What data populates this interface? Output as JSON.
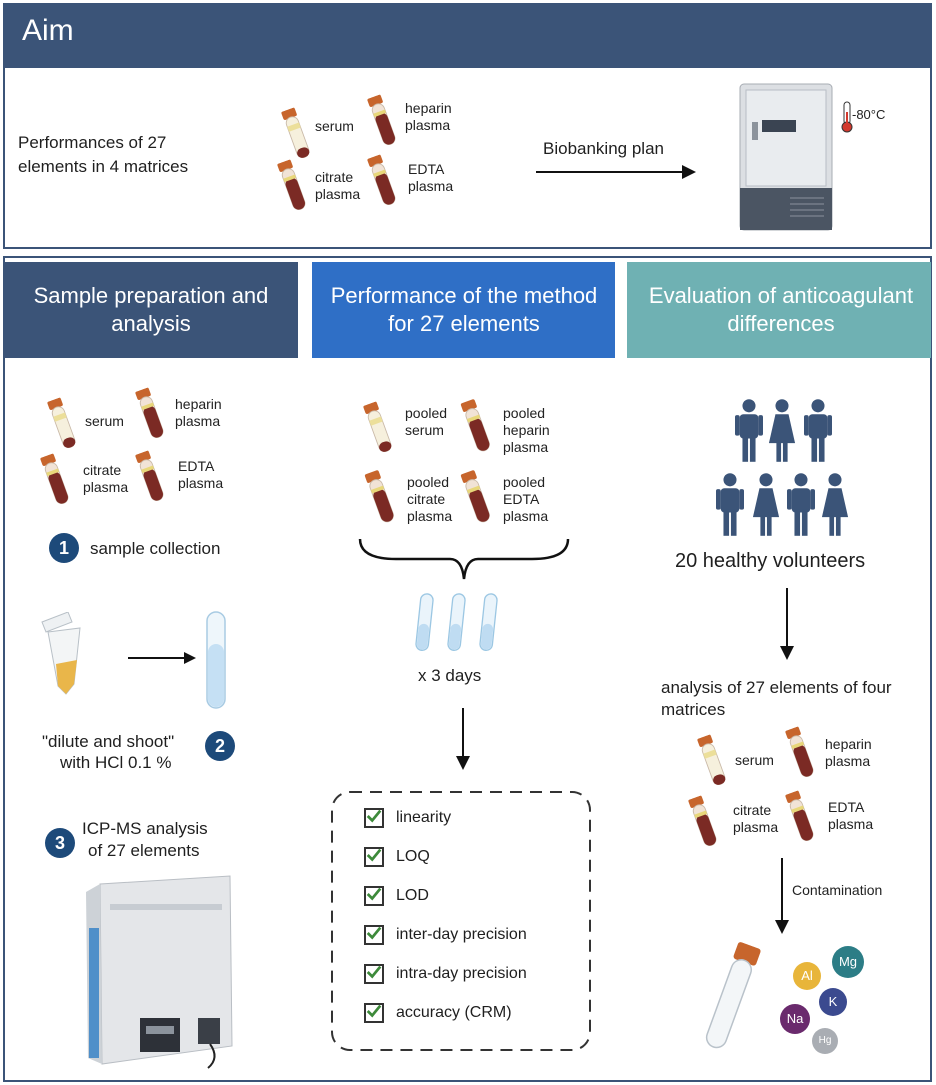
{
  "aim": {
    "title": "Aim",
    "performances": "Performances of 27 elements in 4 matrices",
    "tubes": {
      "serum": "serum",
      "heparin": "heparin plasma",
      "citrate": "citrate plasma",
      "edta": "EDTA plasma"
    },
    "biobanking": "Biobanking plan",
    "temperature": "-80°C"
  },
  "col1": {
    "header": "Sample preparation and analysis",
    "tubes": {
      "serum": "serum",
      "heparin": "heparin plasma",
      "citrate": "citrate plasma",
      "edta": "EDTA plasma"
    },
    "step1_num": "1",
    "step1": "sample collection",
    "step2_num": "2",
    "step2_line1": "\"dilute and shoot\"",
    "step2_line2": "with HCl 0.1 %",
    "step3_num": "3",
    "step3_line1": "ICP-MS analysis",
    "step3_line2": "of 27 elements"
  },
  "col2": {
    "header": "Performance of the method for 27 elements",
    "pooled": {
      "serum": "pooled serum",
      "heparin": "pooled heparin plasma",
      "citrate": "pooled citrate plasma",
      "edta": "pooled EDTA plasma"
    },
    "days": "x 3 days",
    "checklist": [
      "linearity",
      "LOQ",
      "LOD",
      "inter-day precision",
      "intra-day precision",
      "accuracy (CRM)"
    ]
  },
  "col3": {
    "header": "Evaluation of anticoagulant differences",
    "volunteers": "20 healthy volunteers",
    "analysis": "analysis of 27 elements  of four matrices",
    "tubes": {
      "serum": "serum",
      "heparin": "heparin plasma",
      "citrate": "citrate plasma",
      "edta": "EDTA plasma"
    },
    "contamination": "Contamination",
    "ions": [
      "Al",
      "Mg",
      "K",
      "Na",
      "Hg"
    ]
  },
  "colors": {
    "navy": "#3b5478",
    "blue": "#2f6fc6",
    "teal": "#6fb1b3",
    "tube_dark": "#7b2a24",
    "cap": "#c7652c",
    "check": "#3d8a3a"
  }
}
